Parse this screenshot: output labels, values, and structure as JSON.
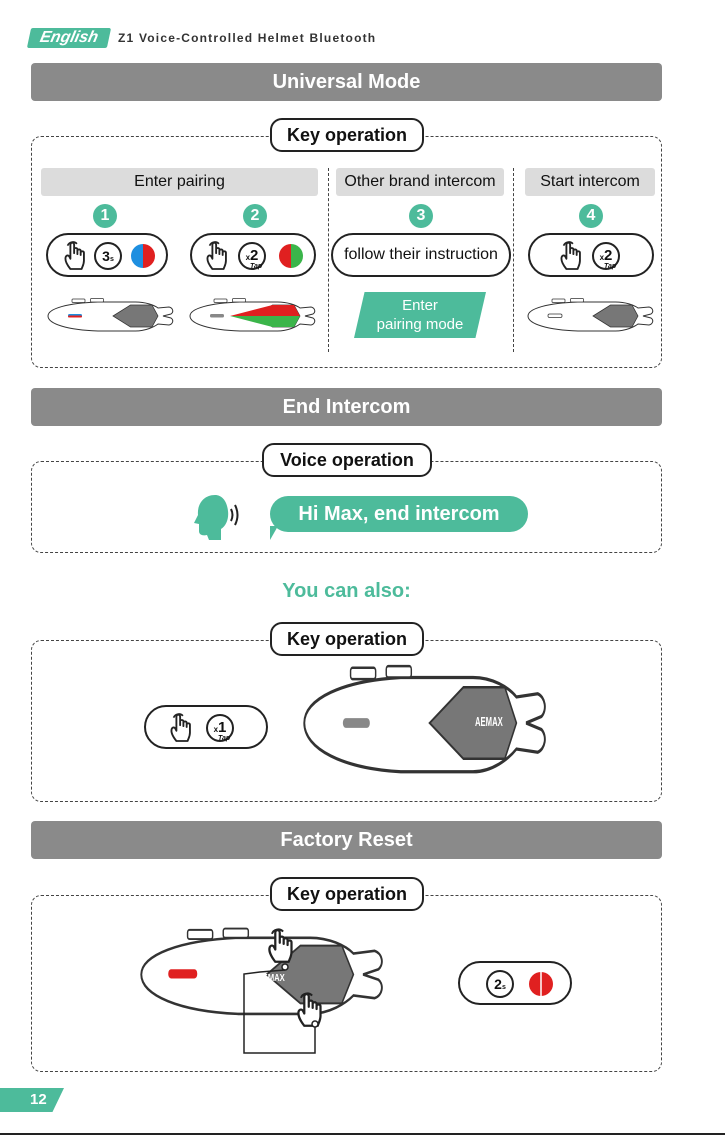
{
  "header": {
    "language": "English",
    "doc_title": "Z1 Voice-Controlled Helmet Bluetooth"
  },
  "universal": {
    "title": "Universal Mode",
    "key_label": "Key operation",
    "steps": [
      {
        "num": "1",
        "head": "Enter pairing",
        "timer": "3",
        "timer_unit": "s"
      },
      {
        "num": "2",
        "times": "2",
        "tap": "Tap"
      },
      {
        "num": "3",
        "head": "Other brand intercom",
        "instruction": "follow their instruction",
        "badge_line1": "Enter",
        "badge_line2": "pairing mode"
      },
      {
        "num": "4",
        "head": "Start intercom",
        "times": "2",
        "tap": "Tap"
      }
    ]
  },
  "end_intercom": {
    "title": "End Intercom",
    "voice_label": "Voice operation",
    "voice_command": "Hi Max, end intercom",
    "also": "You can also:",
    "key_label": "Key operation",
    "times": "1",
    "tap": "Tap",
    "brand": "AEMAX"
  },
  "factory_reset": {
    "title": "Factory Reset",
    "key_label": "Key operation",
    "timer": "2",
    "timer_unit": "s",
    "brand": "AEMAX"
  },
  "footer": {
    "page_number": "12"
  },
  "colors": {
    "accent": "#4dbb9b",
    "blue": "#1e8fe0",
    "red": "#e02020",
    "green": "#3bb54a",
    "bar_gray": "#8a8a8a"
  }
}
